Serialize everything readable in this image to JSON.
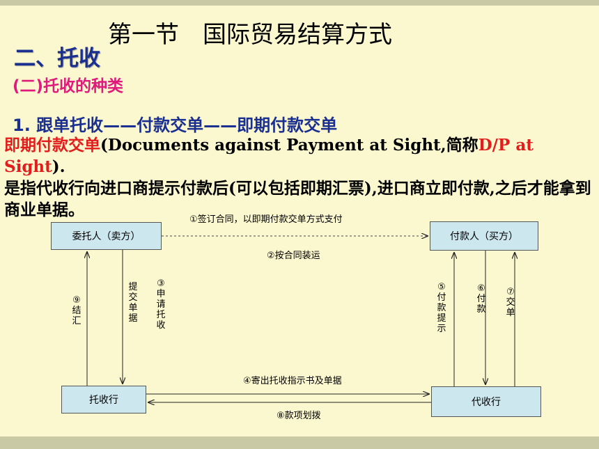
{
  "header": {
    "main_title": "第一节　国际贸易结算方式",
    "section_title": "二、托收",
    "subsection_title": "(二)托收的种类",
    "item_title": "1. 跟单托收——付款交单——即期付款交单"
  },
  "definition": {
    "term": "即期付款交单",
    "english": "(Documents against Payment at Sight,简称",
    "abbr": "D/P at Sight",
    "close": ").",
    "body": "是指代收行向进口商提示付款后(可以包括即期汇票),进口商立即付款,之后才能拿到商业单据。"
  },
  "diagram": {
    "boxes": {
      "principal": "委托人（卖方）",
      "payer": "付款人（买方）",
      "remitting_bank": "托收行",
      "collecting_bank": "代收行"
    },
    "steps": {
      "s1": "①签订合同，以即期付款交单方式支付",
      "s2": "②按合同装运",
      "s3_submit": "提交单据",
      "s3": "③申请托收",
      "s4": "④寄出托收指示书及单据",
      "s5": "⑤付款提示",
      "s6": "⑥付款",
      "s7": "⑦交单",
      "s8": "⑧款项划拨",
      "s9": "⑨结汇"
    }
  },
  "colors": {
    "background": "#fbf8cf",
    "band": "#c9c9a6",
    "box_fill": "#cde7ef",
    "title_blue": "#1a2f8f",
    "pink": "#e0197d",
    "red": "#e21d1d"
  }
}
